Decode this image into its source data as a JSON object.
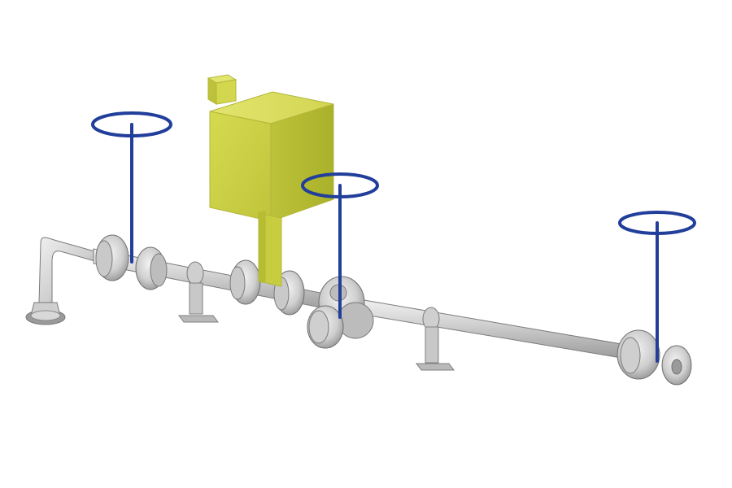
{
  "scene": {
    "kind": "3D piping assembly render",
    "text_labels": []
  },
  "colors": {
    "background": "#ffffff",
    "pipe_light": "#d9d9d9",
    "pipe_mid": "#bdbdbd",
    "pipe_dark": "#8f8f8f",
    "actuator_light": "#cfd24a",
    "actuator_mid": "#bcc33a",
    "actuator_dark": "#a7b02a",
    "handwheel": "#213f9a"
  },
  "components": {
    "pipeline": "horizontal-pipe",
    "elbow": "elbow-fitting",
    "actuator": "yellow-actuator-box",
    "valves": [
      "valve-1",
      "valve-2",
      "valve-3",
      "valve-4"
    ],
    "handwheels": [
      "handwheel-1",
      "handwheel-2",
      "handwheel-3"
    ],
    "supports": [
      "support-1",
      "support-2"
    ],
    "end_flange": "end-flange"
  }
}
